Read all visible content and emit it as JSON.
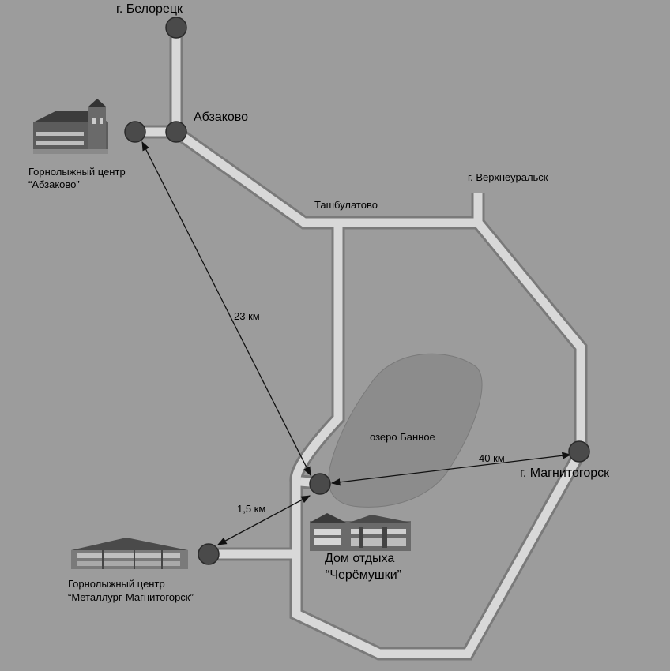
{
  "colors": {
    "background": "#9c9c9c",
    "road_fill": "#d8d8d8",
    "road_edge": "#7a7a7a",
    "lake": "#8c8c8c",
    "node": "#4a4a4a",
    "text": "#000000"
  },
  "places": {
    "beloretsk": "г. Белорецк",
    "abzakovo": "Абзаково",
    "ski_abzakovo_line1": "Горнолыжный центр",
    "ski_abzakovo_line2": "“Абзаково”",
    "verkhneuralsk": "г. Верхнеуральск",
    "tashbulatovo": "Ташбулатово",
    "lake": "озеро Банное",
    "magnitogorsk": "г. Магнитогорск",
    "resort_line1": "Дом отдыха",
    "resort_line2": "“Черёмушки”",
    "ski_metallurg_line1": "Горнолыжный центр",
    "ski_metallurg_line2": "“Металлург-Магнитогорск”"
  },
  "distances": {
    "to_abzakovo": "23 км",
    "to_magnitogorsk": "40 км",
    "to_metallurg": "1,5 км"
  },
  "icons": {
    "ski_abzakovo": "hotel-building-icon",
    "resort": "resort-building-icon",
    "ski_metallurg": "lodge-building-icon"
  }
}
